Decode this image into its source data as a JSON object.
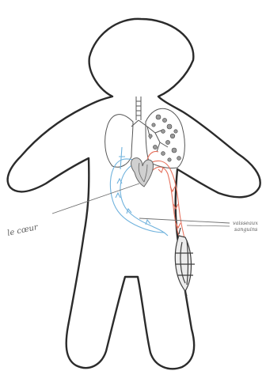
{
  "labels": {
    "heart": "le cœur",
    "vessels_line1": "vaisseaux",
    "vessels_line2": "sanguins"
  },
  "colors": {
    "outline": "#2b2b2b",
    "sketch": "#6e6e6e",
    "oxygen_poor": "#6fb2dd",
    "oxygen_rich": "#e5705c",
    "background": "#ffffff"
  },
  "icons": {
    "body": "human-body-outline-icon",
    "lungs": "lungs-icon",
    "heart": "heart-icon",
    "muscle": "muscle-icon"
  }
}
